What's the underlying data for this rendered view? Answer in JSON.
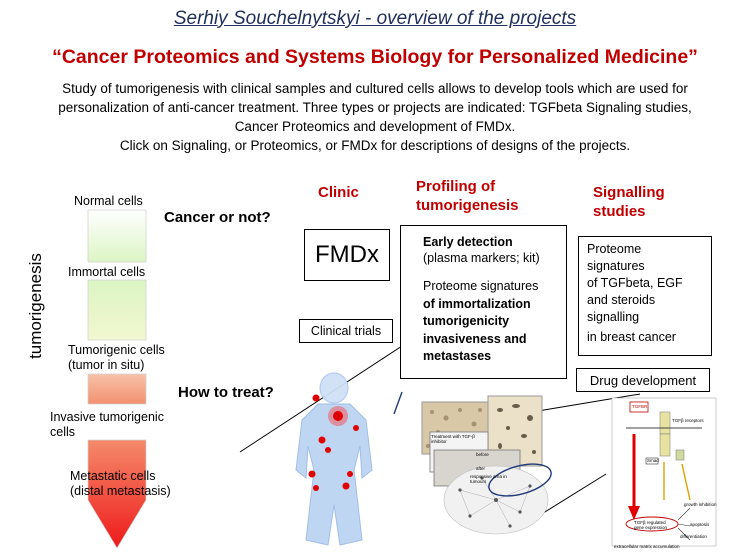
{
  "header": {
    "author_line": "Serhiy Souchelnytskyi  - overview of the projects",
    "title": "“Cancer Proteomics and Systems Biology for Personalized Medicine”",
    "intro_lines": [
      "Study of tumorigenesis with clinical samples and cultured cells allows to develop tools which are used for",
      "personalization of anti-cancer treatment. Three types or projects are indicated: TGFbeta Signaling studies,",
      "Cancer Proteomics and  development of FMDx.",
      "Click on  Signaling, or Proteomics, or FMDx for descriptions of designs of the projects."
    ]
  },
  "progression": {
    "axis_label": "tumorigenesis",
    "stages": [
      "Normal cells",
      "Immortal cells",
      "Tumorigenic cells",
      "(tumor in situ)",
      "Invasive tumorigenic",
      "cells",
      "Metastatic cells",
      "(distal metastasis)"
    ],
    "colors": {
      "light_green": "#dcf5c4",
      "salmon": "#f39170",
      "red": "#ee1a1a"
    }
  },
  "questions": {
    "cancer_or_not": "Cancer or not?",
    "how_to_treat": "How to treat?"
  },
  "columns": {
    "clinic": "Clinic",
    "profiling": [
      "Profiling of",
      "tumorigenesis"
    ],
    "signalling": [
      "Signalling",
      "studies"
    ]
  },
  "boxes": {
    "fmdx": "FMDx",
    "clinical_trials": "Clinical trials",
    "early_detection": [
      "Early detection",
      "(plasma markers; kit)"
    ],
    "proteome_profiling": [
      "Proteome signatures",
      "of immortalization",
      "tumorigenicity",
      "invasiveness and",
      "metastases"
    ],
    "signalling_box": [
      "Proteome",
      "signatures",
      "of TGFbeta, EGF",
      "and steroids",
      "signalling",
      "in breast cancer"
    ],
    "drug_development": "Drug development"
  },
  "figure_labels": {
    "treatment": "Treatment with TGF-β inhibitor",
    "before": "before",
    "after": "after",
    "sample_label": "responsive area in tumours",
    "pathway": [
      "TGFBR",
      "TGFβ receptors",
      "Smad",
      "TGFβ regulated gene expression",
      "growth inhibition",
      "apoptosis",
      "differentiation",
      "extracellular matrix accumulation"
    ]
  }
}
